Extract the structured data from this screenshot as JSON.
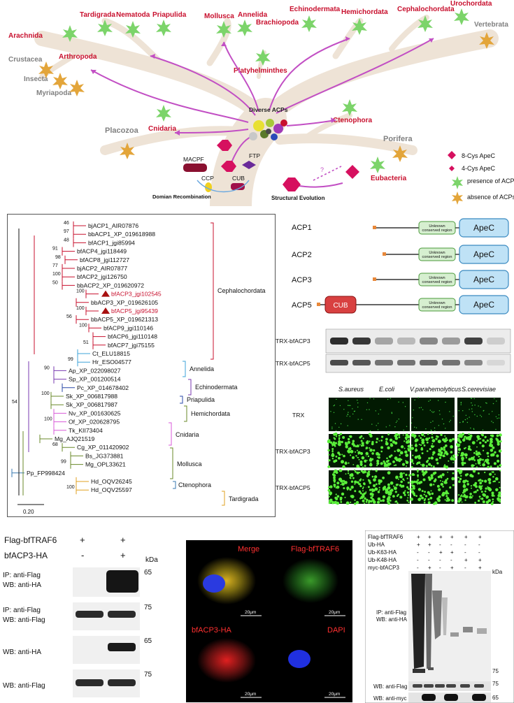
{
  "panelA": {
    "taxa_red": [
      "Tardigrada",
      "Nematoda",
      "Priapulida",
      "Mollusca",
      "Annelida",
      "Brachiopoda",
      "Echinodermata",
      "Hemichordata",
      "Cephalochordata",
      "Urochordata",
      "Arachnida",
      "Arthropoda",
      "Platyhelminthes",
      "Cnidaria",
      "Ctenophora",
      "Eubacteria"
    ],
    "taxa_gray": [
      "Vertebrata",
      "Crustacea",
      "Insecta",
      "Myriapoda",
      "Placozoa",
      "Porifera"
    ],
    "center_label": "Diverse ACPs",
    "domains": [
      "MACPF",
      "FTP",
      "CCP",
      "CUB"
    ],
    "domain_recomb": "Domian Recombination",
    "structural_evolution": "Structural Evolution",
    "question": "?",
    "legend": [
      "8-Cys ApeC",
      "4-Cys ApeC",
      "presence of ACPs",
      "absence of ACPs"
    ],
    "colors": {
      "red": "#c8102e",
      "gray": "#808080",
      "pink": "#d6105f",
      "arrow": "#c24fc4"
    }
  },
  "panelB": {
    "tips": [
      {
        "label": "bjACP1_AIR07876",
        "boot": "46"
      },
      {
        "label": "bbACP1_XP_019618988",
        "boot": "97"
      },
      {
        "label": "bfACP1_jgi85994",
        "boot": "48"
      },
      {
        "label": "bfACP4_jgi118449",
        "boot": "91"
      },
      {
        "label": "bfACP8_jgi112727",
        "boot": "98"
      },
      {
        "label": "bjACP2_AIR07877",
        "boot": "77"
      },
      {
        "label": "bfACP2_jgi126750",
        "boot": "100"
      },
      {
        "label": "bbACP2_XP_019620972",
        "boot": "50"
      },
      {
        "label": "bfACP3_jgi102545",
        "boot": "100",
        "highlight": true
      },
      {
        "label": "bbACP3_XP_019626105",
        "boot": ""
      },
      {
        "label": "bfACP5_jgi95439",
        "boot": "100",
        "highlight": true
      },
      {
        "label": "bbACP5_XP_019621313",
        "boot": "56"
      },
      {
        "label": "bfACP9_jgi110146",
        "boot": "100"
      },
      {
        "label": "bfACP6_jgi110148",
        "boot": ""
      },
      {
        "label": "bfACP7_jgi75155",
        "boot": "51"
      },
      {
        "label": "Ct_ELU18815",
        "boot": ""
      },
      {
        "label": "Hr_ESO04577",
        "boot": "99"
      },
      {
        "label": "Ap_XP_022098027",
        "boot": "90"
      },
      {
        "label": "Sp_XP_001200514",
        "boot": ""
      },
      {
        "label": "Pc_XP_014678402",
        "boot": ""
      },
      {
        "label": "Sk_XP_006817988",
        "boot": "100"
      },
      {
        "label": "Sk_XP_006817987",
        "boot": ""
      },
      {
        "label": "Nv_XP_001630625",
        "boot": ""
      },
      {
        "label": "Of_XP_020628795",
        "boot": "100"
      },
      {
        "label": "Tk_KII73404",
        "boot": ""
      },
      {
        "label": "Mg_AJQ21519",
        "boot": ""
      },
      {
        "label": "Cg_XP_011420902",
        "boot": "68"
      },
      {
        "label": "Bs_JG373881",
        "boot": ""
      },
      {
        "label": "Mg_OPL33621",
        "boot": "99"
      },
      {
        "label": "Pp_FP998424",
        "boot": ""
      },
      {
        "label": "Hd_OQV26245",
        "boot": ""
      },
      {
        "label": "Hd_OQV25597",
        "boot": "100"
      }
    ],
    "root_boot": "54",
    "clades": [
      "Cephalochordata",
      "Annelida",
      "Echinodermata",
      "Priapulida",
      "Hemichordata",
      "Cnidaria",
      "Mollusca",
      "Ctenophora",
      "Tardigrada"
    ],
    "scale": "0.20"
  },
  "panelC": {
    "rows": [
      "ACP1",
      "ACP2",
      "ACP3",
      "ACP5"
    ],
    "unknown": "Unknown conserved region",
    "apec": "ApeC",
    "cub": "CUB"
  },
  "panelD": {
    "wb_rows": [
      "TRX-bfACP3",
      "TRX-bfACP5"
    ],
    "microbes": [
      "S.aureus",
      "E.coli",
      "V.parahemolyticus",
      "S.cerevisiae"
    ],
    "fl_rows": [
      "TRX",
      "TRX-bfACP3",
      "TRX-bfACP5"
    ]
  },
  "panelE": {
    "flag": "Flag-bfTRAF6",
    "ha": "bfACP3-HA",
    "signs_flag": [
      "+",
      "+"
    ],
    "signs_ha": [
      "-",
      "+"
    ],
    "kda": "kDa",
    "blots": [
      {
        "line1": "IP: anti-Flag",
        "line2": "WB: anti-HA",
        "marker": "65"
      },
      {
        "line1": "IP: anti-Flag",
        "line2": "WB: anti-Flag",
        "marker": "75"
      },
      {
        "line1": "",
        "line2": "WB: anti-HA",
        "marker": "65"
      },
      {
        "line1": "",
        "line2": "WB: anti-Flag",
        "marker": "75"
      }
    ]
  },
  "panelF": {
    "titles": [
      "Merge",
      "Flag-bfTRAF6",
      "bfACP3-HA",
      "DAPI"
    ],
    "scale": "20μm"
  },
  "panelG": {
    "rows": [
      {
        "label": "Flag-bfTRAF6",
        "signs": [
          "+",
          "+",
          "+",
          "+",
          "+",
          "+"
        ]
      },
      {
        "label": "Ub-HA",
        "signs": [
          "+",
          "+",
          "-",
          "-",
          "-",
          "-"
        ]
      },
      {
        "label": "Ub-K63-HA",
        "signs": [
          "-",
          "-",
          "+",
          "+",
          "-",
          "-"
        ]
      },
      {
        "label": "Ub-K48-HA",
        "signs": [
          "-",
          "-",
          "-",
          "-",
          "+",
          "+"
        ]
      },
      {
        "label": "myc-bfACP3",
        "signs": [
          "-",
          "+",
          "-",
          "+",
          "-",
          "+"
        ]
      }
    ],
    "kda": "kDa",
    "ip1": "IP: anti-Flag",
    "ip2": "WB: anti-HA",
    "wb_flag": "WB: anti-Flag",
    "wb_myc": "WB: anti-myc",
    "markers": [
      "75",
      "75",
      "65"
    ]
  }
}
